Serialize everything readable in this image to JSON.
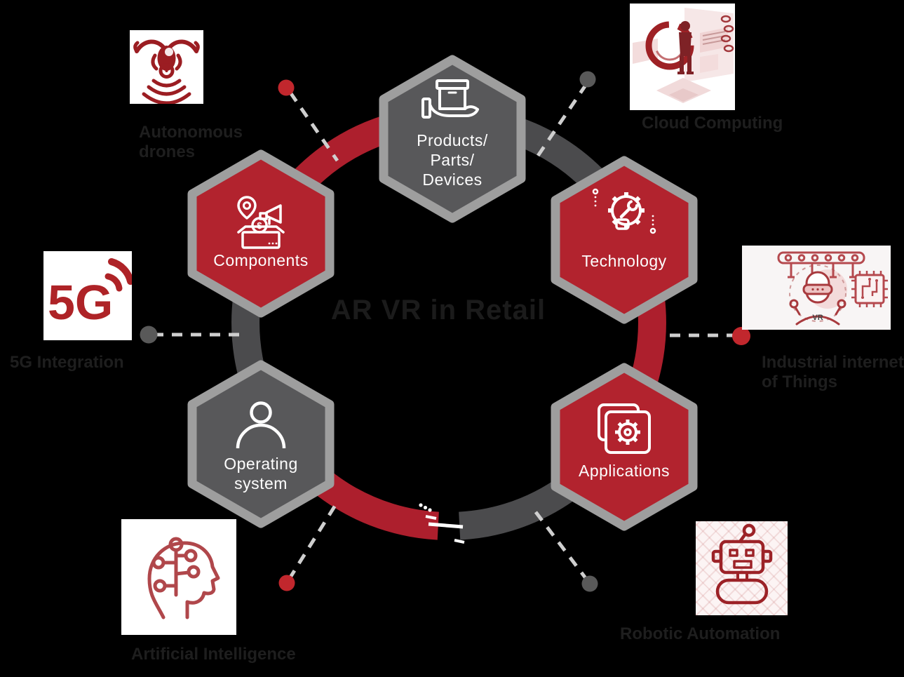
{
  "title": "AR VR in Retail",
  "palette": {
    "background": "#000000",
    "hex_red": "#b2232e",
    "hex_gray": "#58585a",
    "hex_border": "#9e9e9e",
    "ring_red": "#ad1f2d",
    "ring_gray": "#4b4b4d",
    "dash_line": "#cfcfcf",
    "dot_red": "#c1272d",
    "dot_gray": "#595959",
    "label_dark": "#1e1e1e",
    "illustration_red": "#9c2227",
    "hex_text": "#ffffff"
  },
  "hexagons": {
    "products": {
      "lines": [
        "Products/",
        "Parts/",
        "Devices"
      ],
      "fill": "gray",
      "icon": "box-in-hand-icon"
    },
    "technology": {
      "label": "Technology",
      "fill": "red",
      "icon": "gear-wrench-icon"
    },
    "applications": {
      "label": "Applications",
      "fill": "red",
      "icon": "app-window-gear-icon"
    },
    "operating_system": {
      "lines": [
        "Operating",
        "system"
      ],
      "fill": "gray",
      "icon": "user-icon"
    },
    "components": {
      "label": "Components",
      "fill": "red",
      "icon": "product-marketing-icon",
      "glyph": "$"
    }
  },
  "satellites": {
    "autonomous_drones": {
      "lines": [
        "Autonomous",
        "drones"
      ],
      "icon": "drone-icon",
      "dot": "red"
    },
    "cloud_computing": {
      "label": "Cloud Computing",
      "icon": "cloud-computing-illustration",
      "dot": "gray"
    },
    "industrial_iot": {
      "lines": [
        "Industrial internet",
        "of Things"
      ],
      "icon": "industrial-iot-illustration",
      "image_text": "VR",
      "dot": "red"
    },
    "robotic_automation": {
      "label": "Robotic Automation",
      "icon": "robot-icon",
      "dot": "gray"
    },
    "artificial_intelligence": {
      "label": "Artificial Intelligence",
      "icon": "ai-head-circuit-icon",
      "dot": "red"
    },
    "five_g_integration": {
      "label": "5G Integration",
      "icon": "5g-signal-icon",
      "image_text": "5G",
      "dot": "gray"
    }
  }
}
